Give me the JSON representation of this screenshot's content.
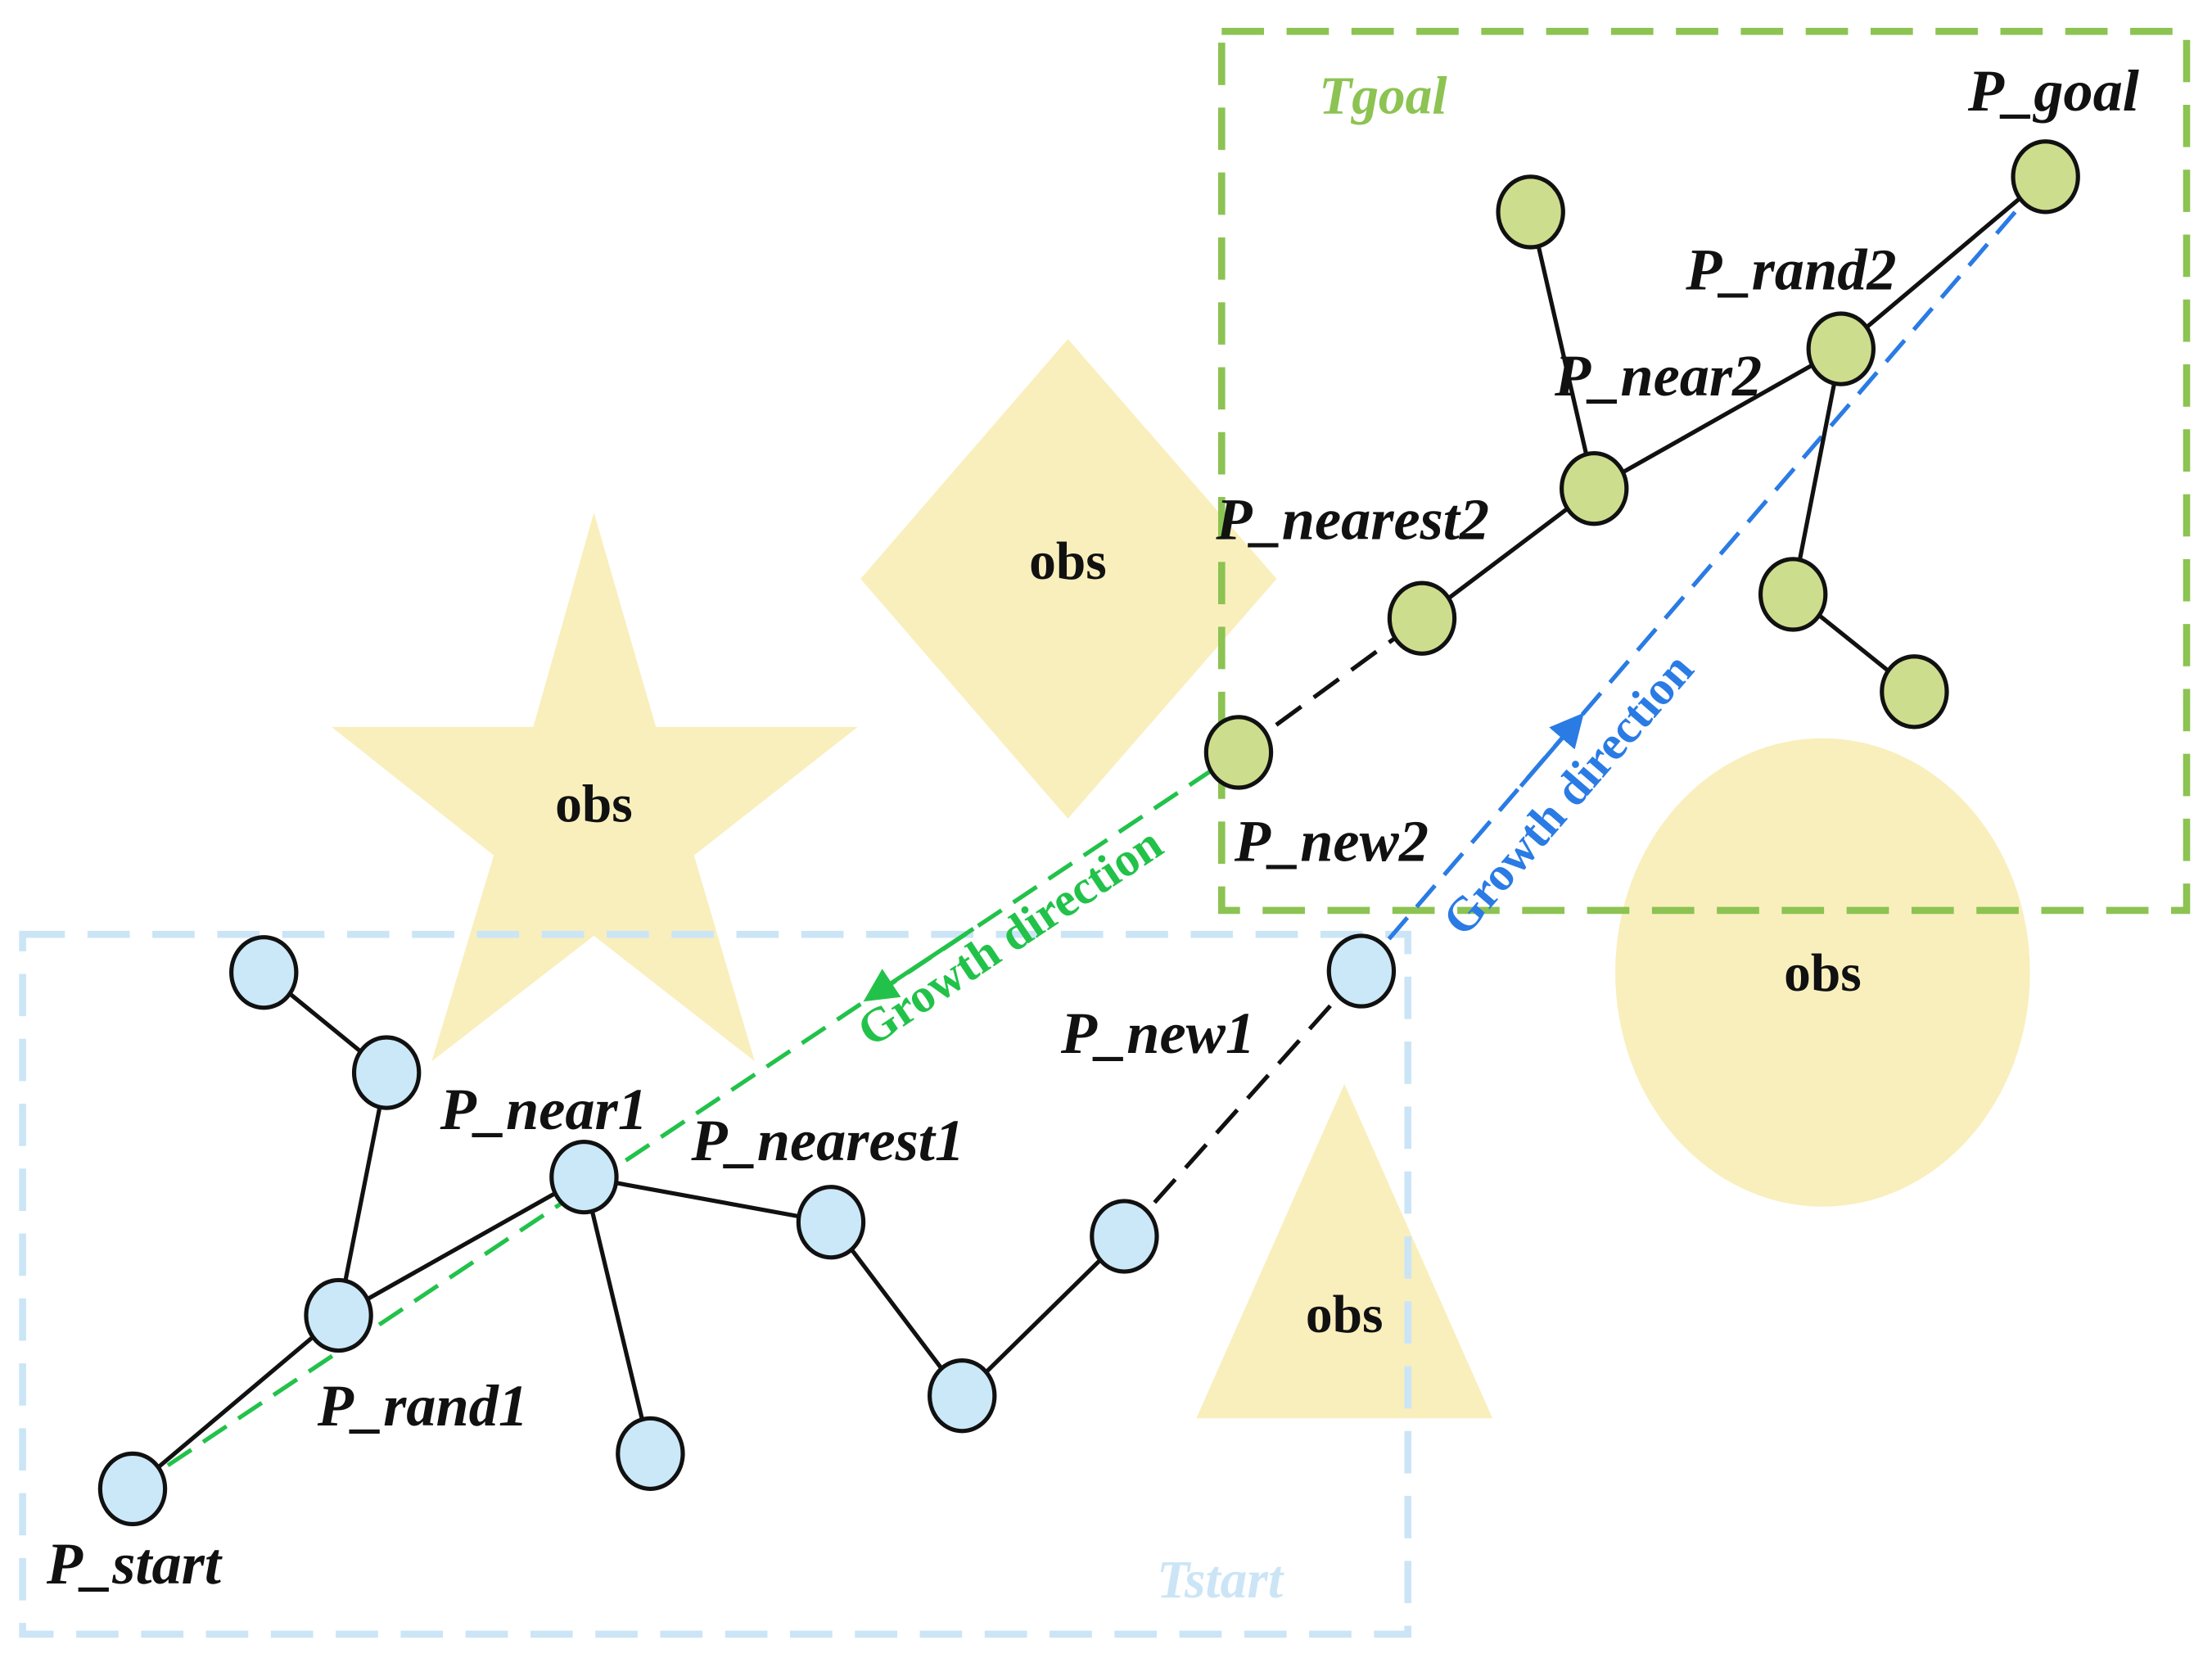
{
  "colors": {
    "obstacle": "#f9efbd",
    "start_node": "#cbe8f8",
    "goal_node": "#cddd8e",
    "start_region": "#cbe5f6",
    "goal_region": "#8cc352",
    "green_arrow": "#22c24a",
    "blue_arrow": "#2a7be4",
    "edge": "#111111"
  },
  "regions": {
    "goal_label": "Tgoal",
    "start_label": "Tstart"
  },
  "obstacles": {
    "star": "obs",
    "diamond": "obs",
    "circle": "obs",
    "triangle": "obs"
  },
  "labels": {
    "p_goal": "P_goal",
    "p_rand2": "P_rand2",
    "p_near2": "P_near2",
    "p_nearest2": "P_nearest2",
    "p_new2": "P_new2",
    "p_new1": "P_new1",
    "p_near1": "P_near1",
    "p_nearest1": "P_nearest1",
    "p_rand1": "P_rand1",
    "p_start": "P_start"
  },
  "arrows": {
    "green": "Growth direction",
    "blue": "Growth direction"
  }
}
